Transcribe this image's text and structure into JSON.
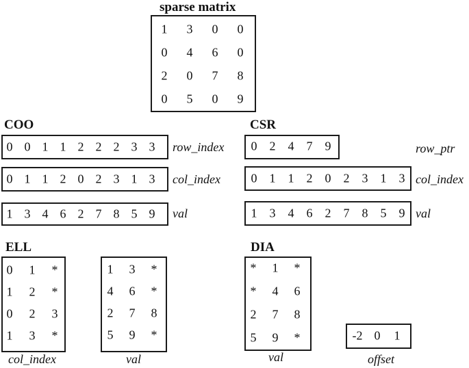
{
  "sparse": {
    "title": "sparse matrix",
    "rows": [
      [
        "1",
        "3",
        "0",
        "0"
      ],
      [
        "0",
        "4",
        "6",
        "0"
      ],
      [
        "2",
        "0",
        "7",
        "8"
      ],
      [
        "0",
        "5",
        "0",
        "9"
      ]
    ]
  },
  "coo": {
    "title": "COO",
    "row_index": {
      "label": "row_index",
      "values": [
        "0",
        "0",
        "1",
        "1",
        "2",
        "2",
        "2",
        "3",
        "3"
      ]
    },
    "col_index": {
      "label": "col_index",
      "values": [
        "0",
        "1",
        "1",
        "2",
        "0",
        "2",
        "3",
        "1",
        "3"
      ]
    },
    "val": {
      "label": "val",
      "values": [
        "1",
        "3",
        "4",
        "6",
        "2",
        "7",
        "8",
        "5",
        "9"
      ]
    }
  },
  "csr": {
    "title": "CSR",
    "row_ptr": {
      "label": "row_ptr",
      "values": [
        "0",
        "2",
        "4",
        "7",
        "9"
      ]
    },
    "col_index": {
      "label": "col_index",
      "values": [
        "0",
        "1",
        "1",
        "2",
        "0",
        "2",
        "3",
        "1",
        "3"
      ]
    },
    "val": {
      "label": "val",
      "values": [
        "1",
        "3",
        "4",
        "6",
        "2",
        "7",
        "8",
        "5",
        "9"
      ]
    }
  },
  "ell": {
    "title": "ELL",
    "col_index": {
      "label": "col_index",
      "rows": [
        [
          "0",
          "1",
          "*"
        ],
        [
          "1",
          "2",
          "*"
        ],
        [
          "0",
          "2",
          "3"
        ],
        [
          "1",
          "3",
          "*"
        ]
      ]
    },
    "val": {
      "label": "val",
      "rows": [
        [
          "1",
          "3",
          "*"
        ],
        [
          "4",
          "6",
          "*"
        ],
        [
          "2",
          "7",
          "8"
        ],
        [
          "5",
          "9",
          "*"
        ]
      ]
    }
  },
  "dia": {
    "title": "DIA",
    "val": {
      "label": "val",
      "rows": [
        [
          "*",
          "1",
          "*"
        ],
        [
          "*",
          "4",
          "6"
        ],
        [
          "2",
          "7",
          "8"
        ],
        [
          "5",
          "9",
          "*"
        ]
      ]
    },
    "offset": {
      "label": "offset",
      "values": [
        "-2",
        "0",
        "1"
      ]
    }
  }
}
